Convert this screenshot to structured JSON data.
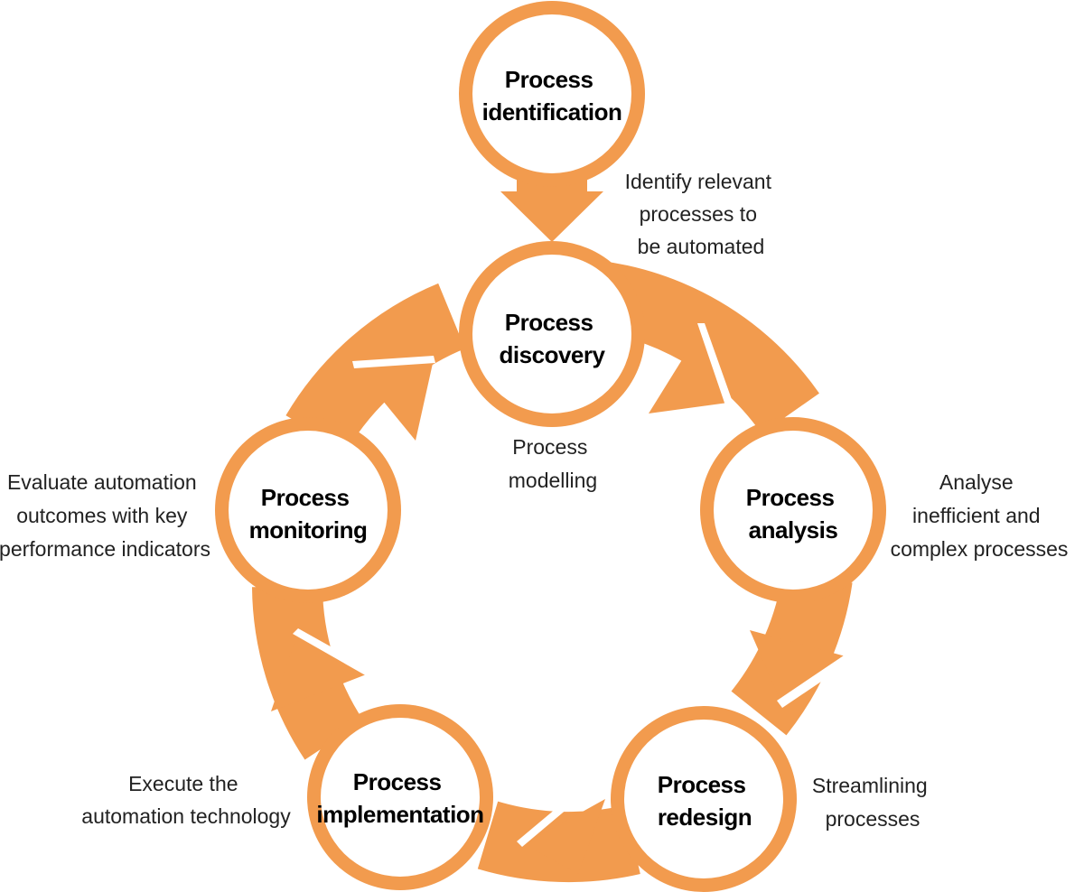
{
  "colors": {
    "accent": "#F29B4E",
    "ring_edge": "#E8873A",
    "node_fill": "#FFFFFF",
    "title_text": "#000000",
    "description_text": "#222222"
  },
  "nodes": {
    "identification": {
      "title": [
        "Process",
        "identification"
      ]
    },
    "discovery": {
      "title": [
        "Process",
        "discovery"
      ]
    },
    "analysis": {
      "title": [
        "Process",
        "analysis"
      ]
    },
    "redesign": {
      "title": [
        "Process",
        "redesign"
      ]
    },
    "implementation": {
      "title": [
        "Process",
        "implementation"
      ]
    },
    "monitoring": {
      "title": [
        "Process",
        "monitoring"
      ]
    }
  },
  "descriptions": {
    "identification": [
      "Identify relevant",
      "processes to",
      "be automated"
    ],
    "discovery": [
      "Process",
      "modelling"
    ],
    "analysis": [
      "Analyse",
      "inefficient and",
      "complex processes"
    ],
    "redesign": [
      "Streamlining",
      "processes"
    ],
    "implementation": [
      "Execute the",
      "automation technology"
    ],
    "monitoring": [
      "Evaluate automation",
      "outcomes with key",
      "performance indicators"
    ]
  }
}
